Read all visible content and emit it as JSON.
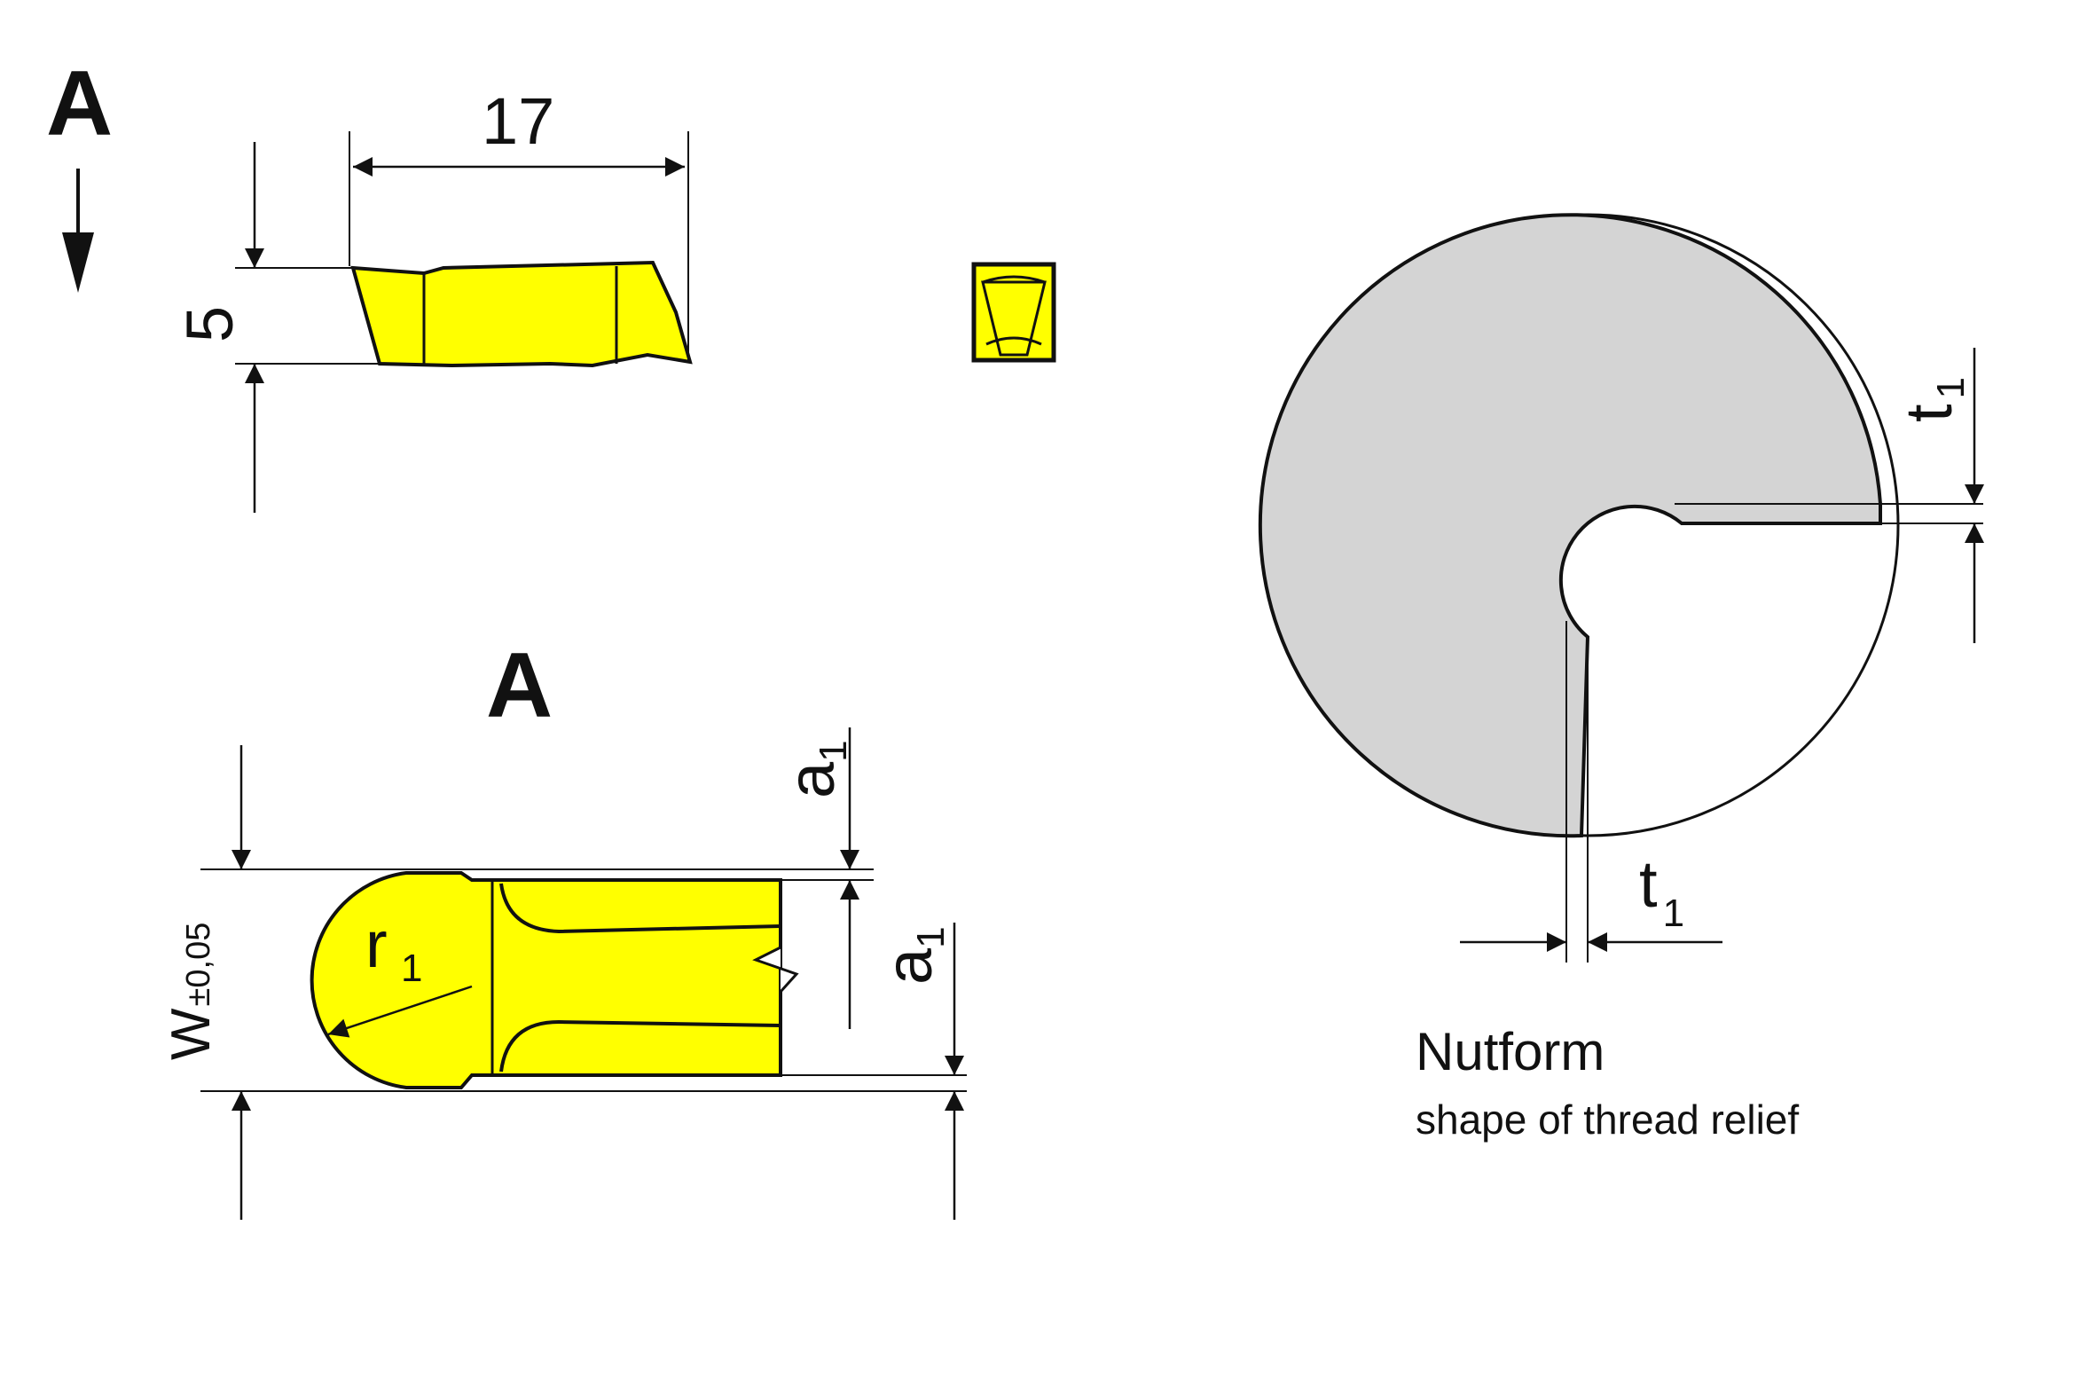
{
  "view_labels": {
    "section_marker": "A",
    "view_title": "A"
  },
  "dimensions": {
    "length": "17",
    "height": "5",
    "width_symbol": "W",
    "width_tolerance": "±0,05",
    "radius_symbol": "r",
    "radius_index": "1",
    "offset_symbol": "a",
    "offset_index": "1",
    "depth_symbol": "t",
    "depth_index": "1"
  },
  "caption": {
    "title": "Nutform",
    "subtitle": "shape of thread relief"
  },
  "colors": {
    "insert_fill": "#ffff00",
    "relief_fill": "#d4d4d4",
    "line": "#111111"
  }
}
